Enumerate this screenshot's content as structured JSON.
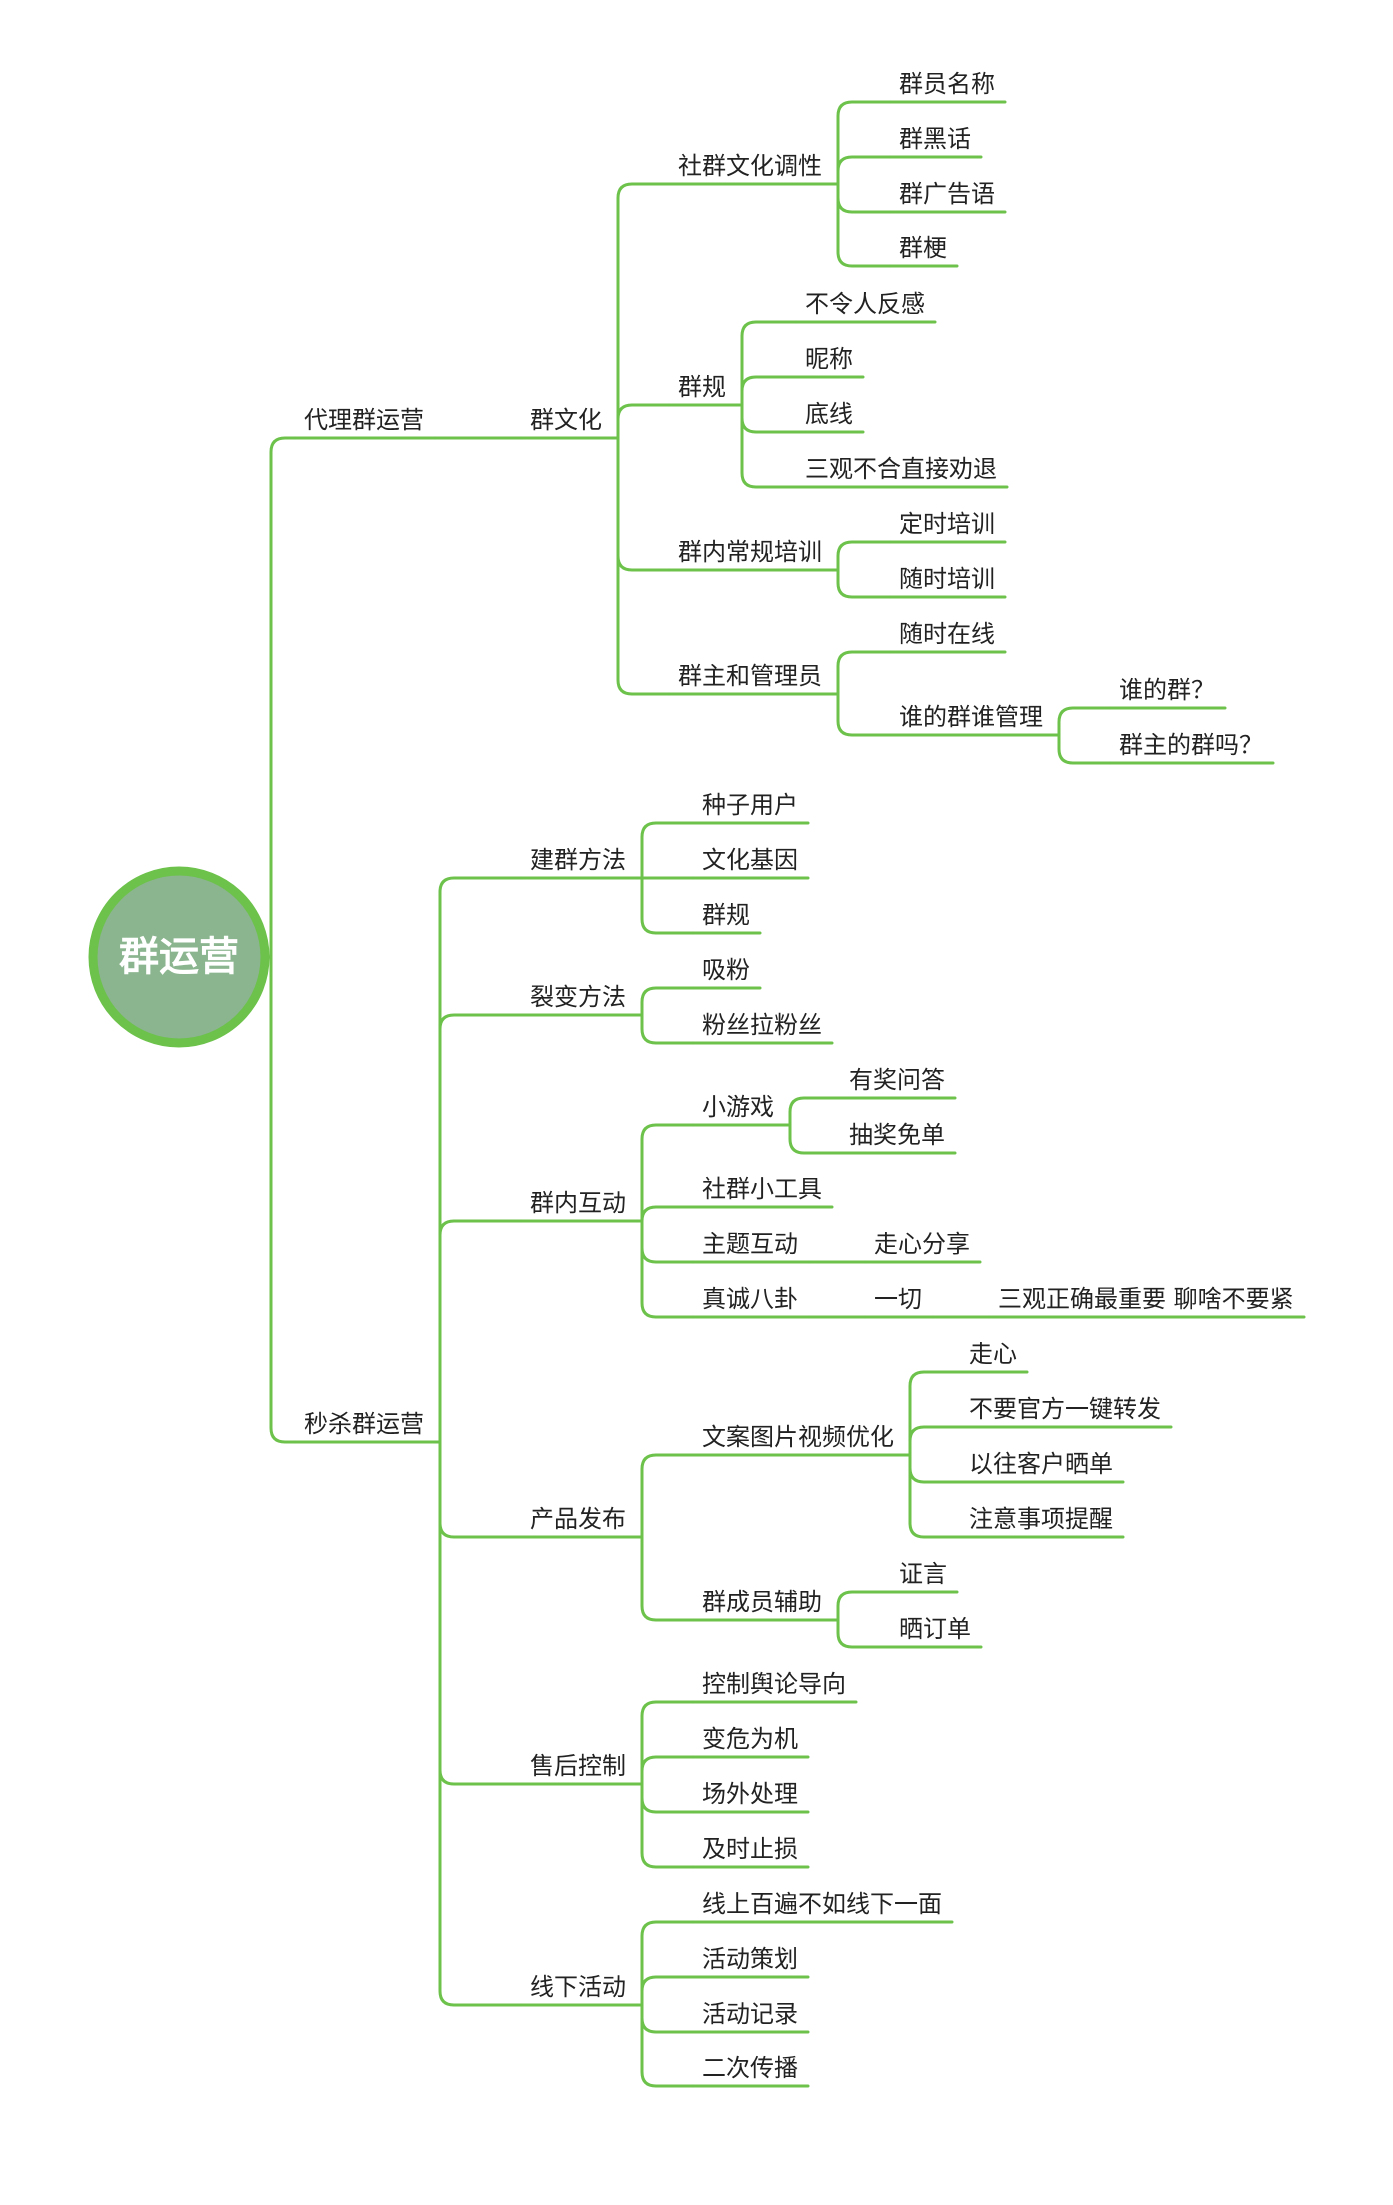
{
  "colors": {
    "branch": "#6cc24a",
    "root_fill": "#8ab58e",
    "root_ring": "#6cc24a",
    "text": "#222222",
    "root_text": "#ffffff"
  },
  "root": "群运营",
  "children": [
    {
      "label": "代理群运营",
      "children": [
        {
          "label": "群文化",
          "children": [
            {
              "label": "社群文化调性",
              "children": [
                {
                  "label": "群员名称"
                },
                {
                  "label": "群黑话"
                },
                {
                  "label": "群广告语"
                },
                {
                  "label": "群梗"
                }
              ]
            },
            {
              "label": "群规",
              "children": [
                {
                  "label": "不令人反感"
                },
                {
                  "label": "昵称"
                },
                {
                  "label": "底线"
                },
                {
                  "label": "三观不合直接劝退"
                }
              ]
            },
            {
              "label": "群内常规培训",
              "children": [
                {
                  "label": "定时培训"
                },
                {
                  "label": "随时培训"
                }
              ]
            },
            {
              "label": "群主和管理员",
              "children": [
                {
                  "label": "随时在线"
                },
                {
                  "label": "谁的群谁管理",
                  "children": [
                    {
                      "label": "谁的群？"
                    },
                    {
                      "label": "群主的群吗？"
                    }
                  ]
                }
              ]
            }
          ]
        }
      ]
    },
    {
      "label": "秒杀群运营",
      "children": [
        {
          "label": "建群方法",
          "children": [
            {
              "label": "种子用户"
            },
            {
              "label": "文化基因"
            },
            {
              "label": "群规"
            }
          ]
        },
        {
          "label": "裂变方法",
          "children": [
            {
              "label": "吸粉"
            },
            {
              "label": "粉丝拉粉丝"
            }
          ]
        },
        {
          "label": "群内互动",
          "children": [
            {
              "label": "小游戏",
              "children": [
                {
                  "label": "有奖问答"
                },
                {
                  "label": "抽奖免单"
                }
              ]
            },
            {
              "label": "社群小工具"
            },
            {
              "label": "主题互动",
              "children": [
                {
                  "label": "走心分享"
                }
              ]
            },
            {
              "label": "真诚八卦",
              "children": [
                {
                  "label": "一切",
                  "children": [
                    {
                      "label": "三观正确最重要 聊啥不要紧"
                    }
                  ]
                }
              ]
            }
          ]
        },
        {
          "label": "产品发布",
          "children": [
            {
              "label": "文案图片视频优化",
              "children": [
                {
                  "label": "走心"
                },
                {
                  "label": "不要官方一键转发"
                },
                {
                  "label": "以往客户晒单"
                },
                {
                  "label": "注意事项提醒"
                }
              ]
            },
            {
              "label": "群成员辅助",
              "children": [
                {
                  "label": "证言"
                },
                {
                  "label": "晒订单"
                }
              ]
            }
          ]
        },
        {
          "label": "售后控制",
          "children": [
            {
              "label": "控制舆论导向"
            },
            {
              "label": "变危为机"
            },
            {
              "label": "场外处理"
            },
            {
              "label": "及时止损"
            }
          ]
        },
        {
          "label": "线下活动",
          "children": [
            {
              "label": "线上百遍不如线下一面"
            },
            {
              "label": "活动策划"
            },
            {
              "label": "活动记录"
            },
            {
              "label": "二次传播"
            }
          ]
        }
      ]
    }
  ]
}
